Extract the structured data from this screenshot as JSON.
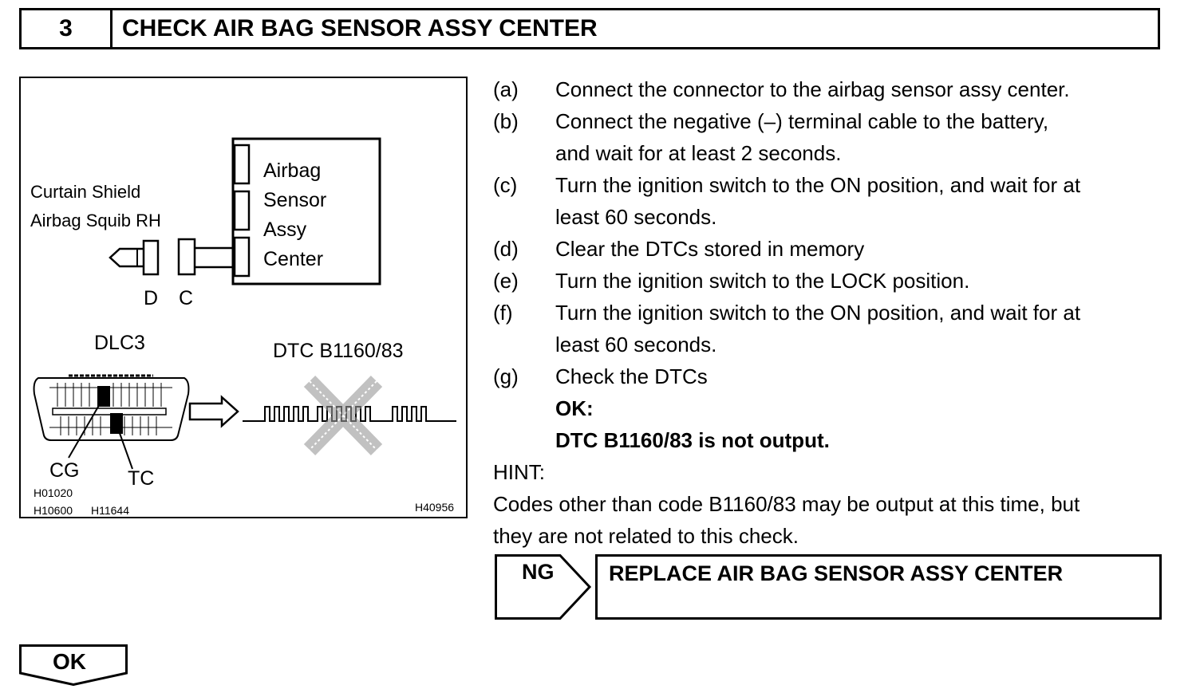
{
  "header": {
    "step_number": "3",
    "title": "CHECK AIR BAG SENSOR ASSY CENTER"
  },
  "figure": {
    "label_curtain_1": "Curtain Shield",
    "label_curtain_2": "Airbag Squib RH",
    "ecu_line1": "Airbag",
    "ecu_line2": "Sensor",
    "ecu_line3": "Assy",
    "ecu_line4": "Center",
    "connector_d": "D",
    "connector_c": "C",
    "dlc_label": "DLC3",
    "dtc_label": "DTC B1160/83",
    "cg_label": "CG",
    "tc_label": "TC",
    "ref_1": "H01020",
    "ref_2": "H10600",
    "ref_3": "H11644",
    "ref_4": "H40956"
  },
  "steps": [
    {
      "label": "(a)",
      "lines": [
        "Connect the connector to the airbag sensor assy center."
      ]
    },
    {
      "label": "(b)",
      "lines": [
        "Connect the negative (–) terminal cable to the battery,",
        "and wait for at least 2 seconds."
      ]
    },
    {
      "label": "(c)",
      "lines": [
        "Turn the ignition switch to the ON position, and wait for at",
        "least 60 seconds."
      ]
    },
    {
      "label": "(d)",
      "lines": [
        "Clear the DTCs stored in memory"
      ]
    },
    {
      "label": "(e)",
      "lines": [
        "Turn the ignition switch to the LOCK position."
      ]
    },
    {
      "label": "(f)",
      "lines": [
        "Turn the ignition switch to the ON position, and wait for at",
        "least 60 seconds."
      ]
    },
    {
      "label": "(g)",
      "lines": [
        "Check the DTCs"
      ]
    }
  ],
  "ok_criteria": {
    "title": "OK:",
    "text": "DTC B1160/83 is not output."
  },
  "hint": {
    "title": "HINT:",
    "line1": "Codes other than code B1160/83 may be output at this time, but",
    "line2": "they are not related to this check."
  },
  "ng_branch": {
    "label": "NG",
    "action": "REPLACE AIR BAG SENSOR ASSY CENTER"
  },
  "ok_branch": {
    "label": "OK"
  }
}
